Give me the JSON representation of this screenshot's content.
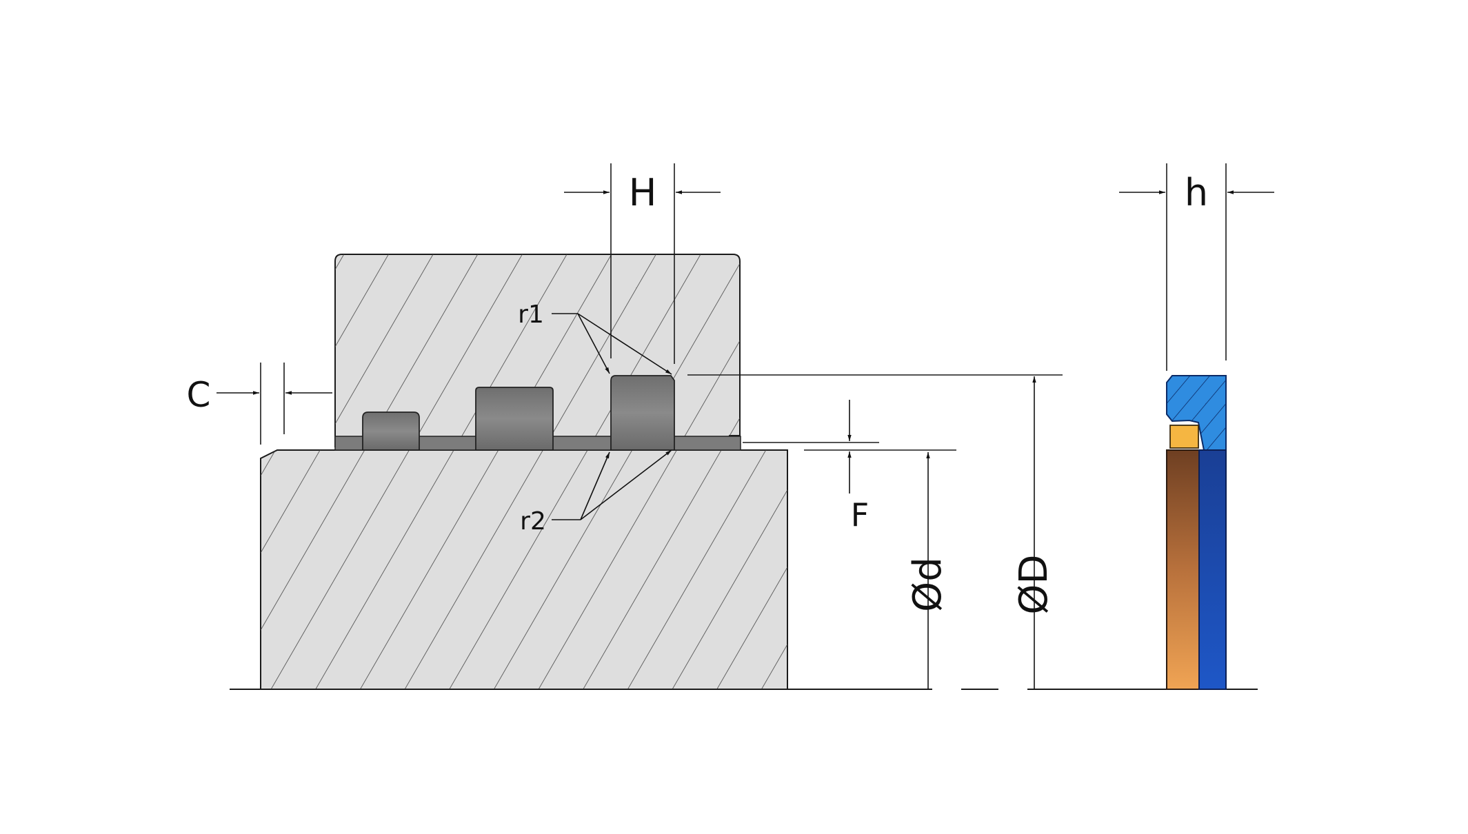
{
  "labels": {
    "H": "H",
    "h": "h",
    "C": "C",
    "F": "F",
    "r1": "r1",
    "r2": "r2",
    "d": "Ød",
    "D": "ØD"
  },
  "colors": {
    "background": "#ffffff",
    "line": "#1a1a1a",
    "metal_fill": "#dedede",
    "hatch": "#444444",
    "ring_gray": "#7a7a7a",
    "seal_light_blue": "#2f8ce0",
    "seal_dark_blue": "#163b8f",
    "seal_bronze_dark": "#7a4a2a",
    "seal_bronze_light": "#e89a50",
    "seal_yellow": "#f5b642"
  }
}
